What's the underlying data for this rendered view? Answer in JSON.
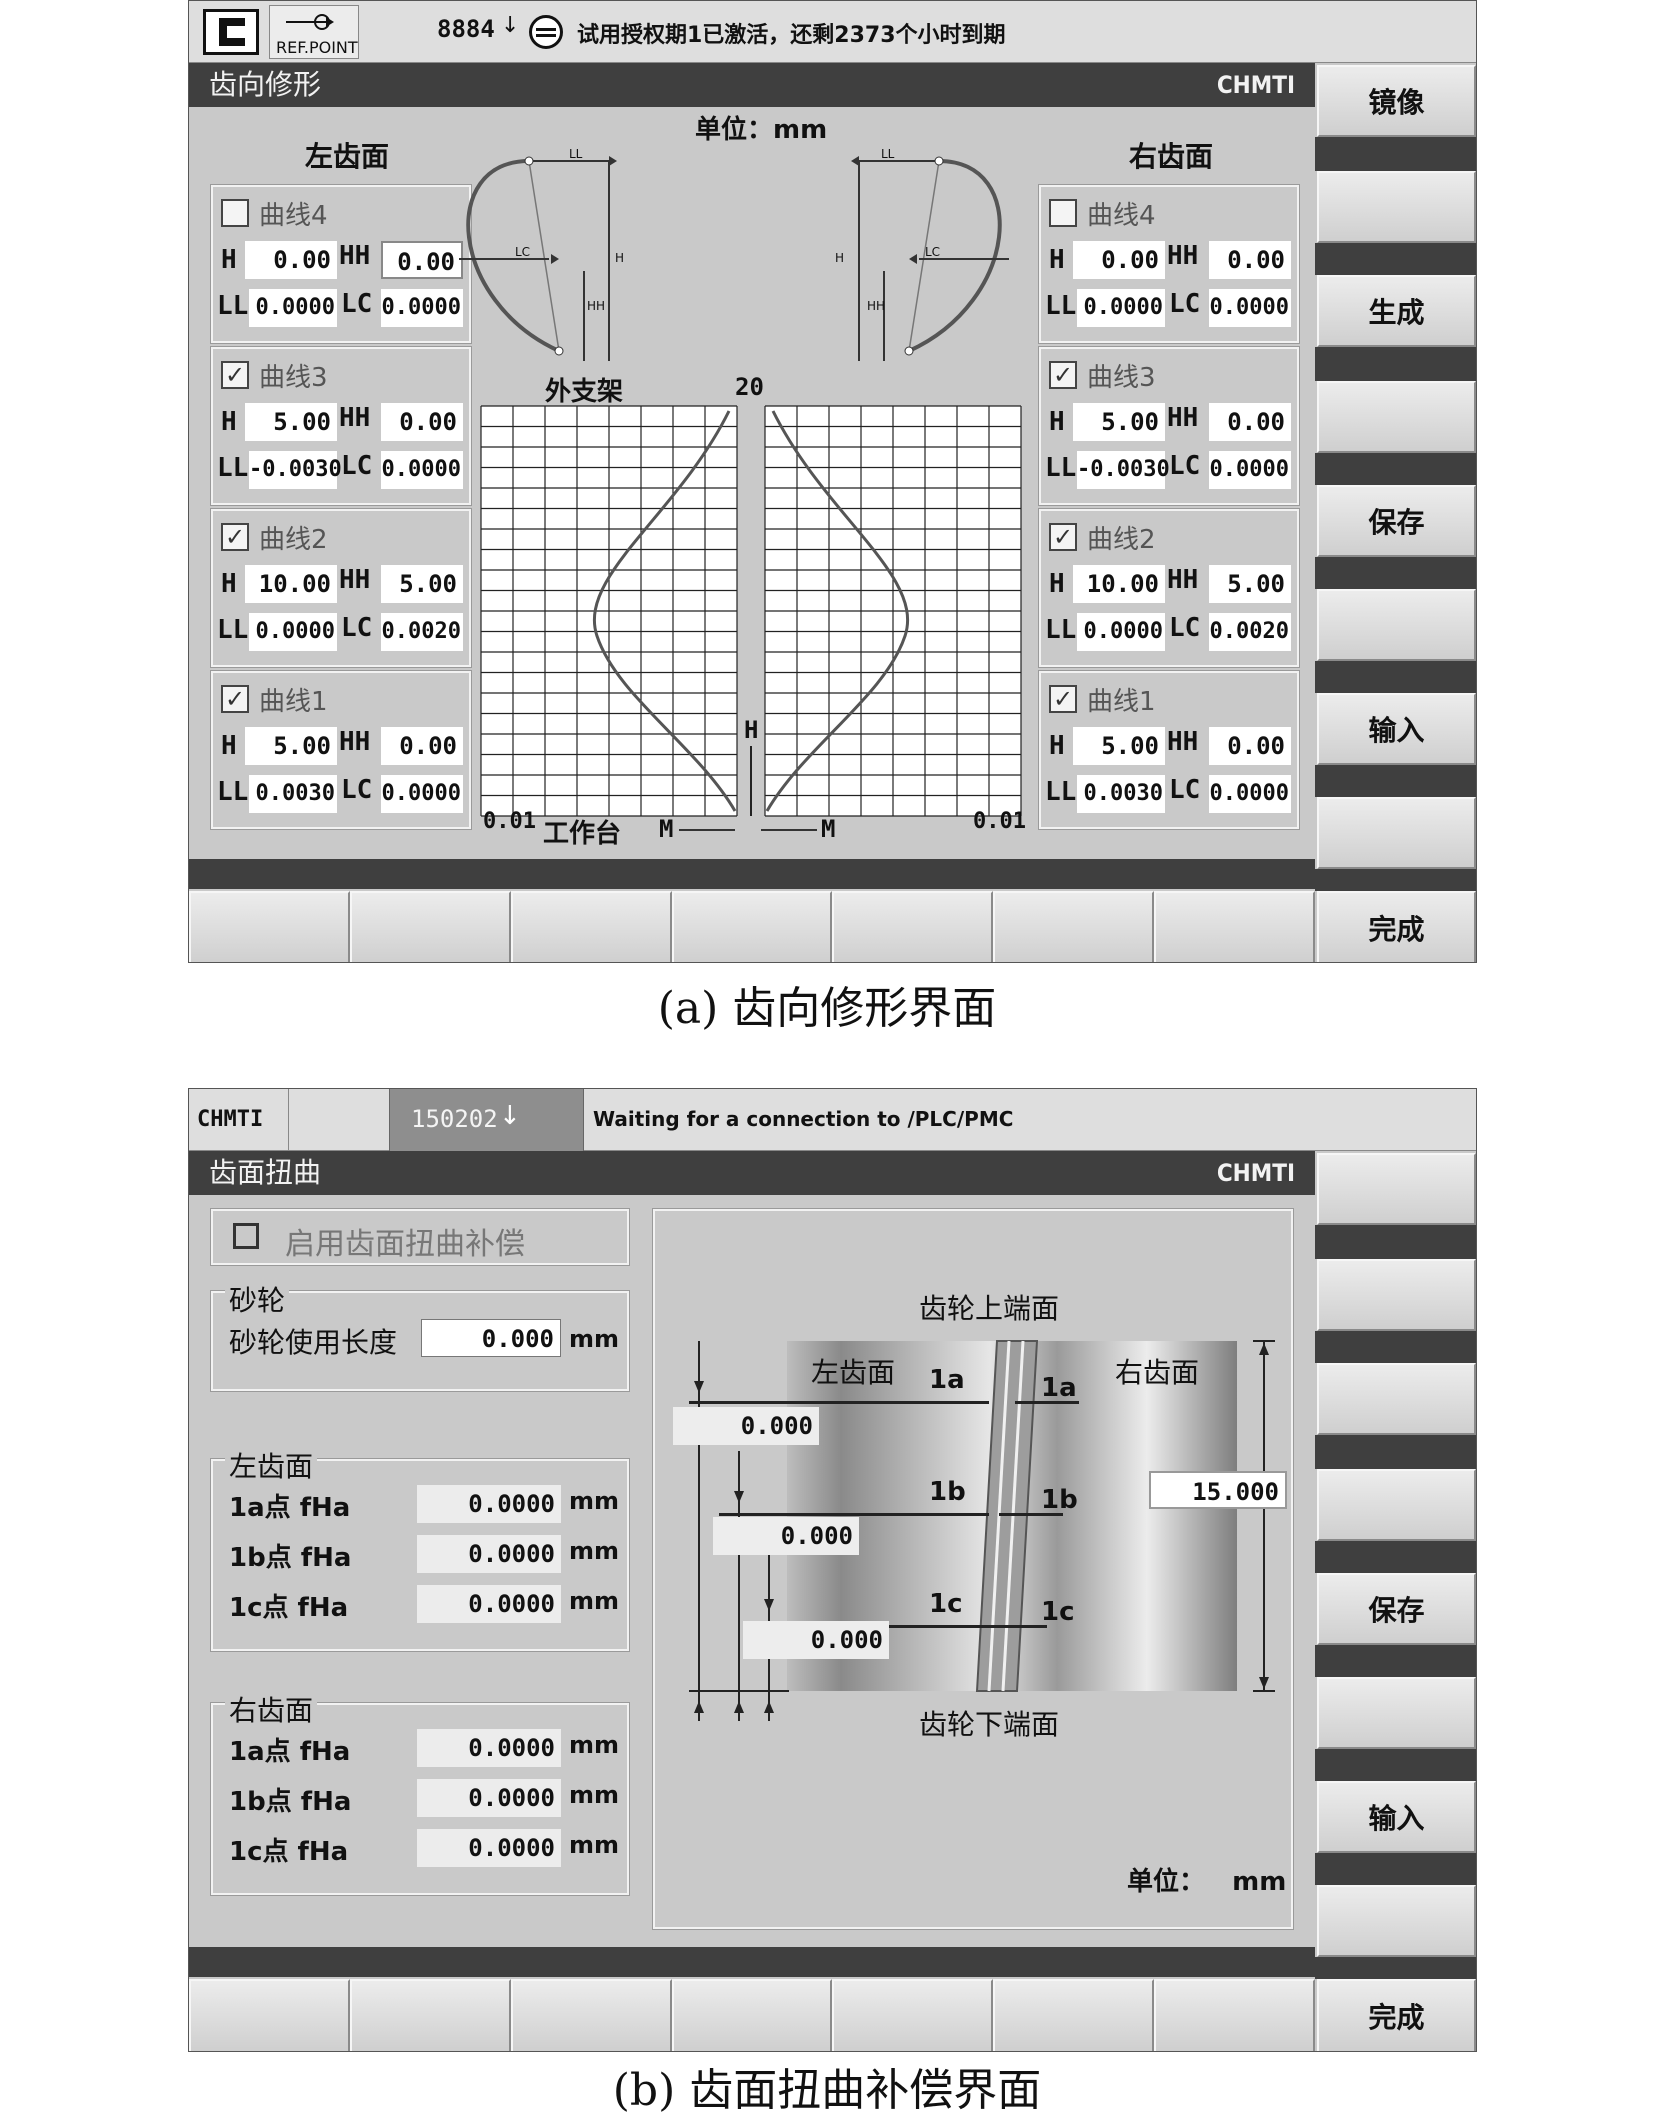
{
  "screen_a": {
    "status": {
      "ref_point": "REF.POINT",
      "code": "8884",
      "message": "试用授权期1已激活，还剩2373个小时到期"
    },
    "title": "齿向修形",
    "brand": "CHMTI",
    "unit": "单位：mm",
    "left_face": "左齿面",
    "right_face": "右齿面",
    "diagram_labels": {
      "ll": "LL",
      "lc": "LC",
      "h": "H",
      "hh": "HH"
    },
    "curves_left": [
      {
        "label": "曲线4",
        "checked": false,
        "H": "0.00",
        "HH": "0.00",
        "LL": "0.0000",
        "LC": "0.0000"
      },
      {
        "label": "曲线3",
        "checked": true,
        "H": "5.00",
        "HH": "0.00",
        "LL": "-0.0030",
        "LC": "0.0000"
      },
      {
        "label": "曲线2",
        "checked": true,
        "H": "10.00",
        "HH": "5.00",
        "LL": "0.0000",
        "LC": "0.0020"
      },
      {
        "label": "曲线1",
        "checked": true,
        "H": "5.00",
        "HH": "0.00",
        "LL": "0.0030",
        "LC": "0.0000"
      }
    ],
    "curves_right": [
      {
        "label": "曲线4",
        "checked": false,
        "H": "0.00",
        "HH": "0.00",
        "LL": "0.0000",
        "LC": "0.0000"
      },
      {
        "label": "曲线3",
        "checked": true,
        "H": "5.00",
        "HH": "0.00",
        "LL": "-0.0030",
        "LC": "0.0000"
      },
      {
        "label": "曲线2",
        "checked": true,
        "H": "10.00",
        "HH": "5.00",
        "LL": "0.0000",
        "LC": "0.0020"
      },
      {
        "label": "曲线1",
        "checked": true,
        "H": "5.00",
        "HH": "0.00",
        "LL": "0.0030",
        "LC": "0.0000"
      }
    ],
    "field_labels": {
      "H": "H",
      "HH": "HH",
      "LL": "LL",
      "LC": "LC"
    },
    "graph": {
      "top_label": "外支架",
      "top_value": "20",
      "h_label": "H",
      "bottom_left": "0.01",
      "bottom_right": "0.01",
      "bottom_center": "工作台",
      "m_left": "M",
      "m_right": "M"
    },
    "softkeys_right": [
      "镜像",
      "",
      "生成",
      "",
      "保存",
      "",
      "输入",
      "",
      "完成"
    ],
    "caption": "(a) 齿向修形界面"
  },
  "screen_b": {
    "status": {
      "brand": "CHMTI",
      "code": "150202",
      "message": "Waiting for a connection to /PLC/PMC"
    },
    "title": "齿面扭曲",
    "brand": "CHMTI",
    "enable_label": "启用齿面扭曲补偿",
    "enable_checked": false,
    "wheel": {
      "group": "砂轮",
      "label": "砂轮使用长度",
      "value": "0.000",
      "unit": "mm"
    },
    "left_group": {
      "title": "左齿面",
      "rows": [
        {
          "label": "1a点 fHa",
          "value": "0.0000",
          "unit": "mm"
        },
        {
          "label": "1b点 fHa",
          "value": "0.0000",
          "unit": "mm"
        },
        {
          "label": "1c点 fHa",
          "value": "0.0000",
          "unit": "mm"
        }
      ]
    },
    "right_group": {
      "title": "右齿面",
      "rows": [
        {
          "label": "1a点 fHa",
          "value": "0.0000",
          "unit": "mm"
        },
        {
          "label": "1b点 fHa",
          "value": "0.0000",
          "unit": "mm"
        },
        {
          "label": "1c点 fHa",
          "value": "0.0000",
          "unit": "mm"
        }
      ]
    },
    "diagram": {
      "top": "齿轮上端面",
      "bottom": "齿轮下端面",
      "left_face": "左齿面",
      "right_face": "右齿面",
      "points": [
        "1a",
        "1b",
        "1c"
      ],
      "offsets": [
        "0.000",
        "0.000",
        "0.000"
      ],
      "height": "15.000",
      "unit": "单位：   mm"
    },
    "softkeys_right": [
      "",
      "",
      "",
      "",
      "保存",
      "",
      "输入",
      "",
      "完成"
    ],
    "caption": "(b) 齿面扭曲补偿界面"
  }
}
